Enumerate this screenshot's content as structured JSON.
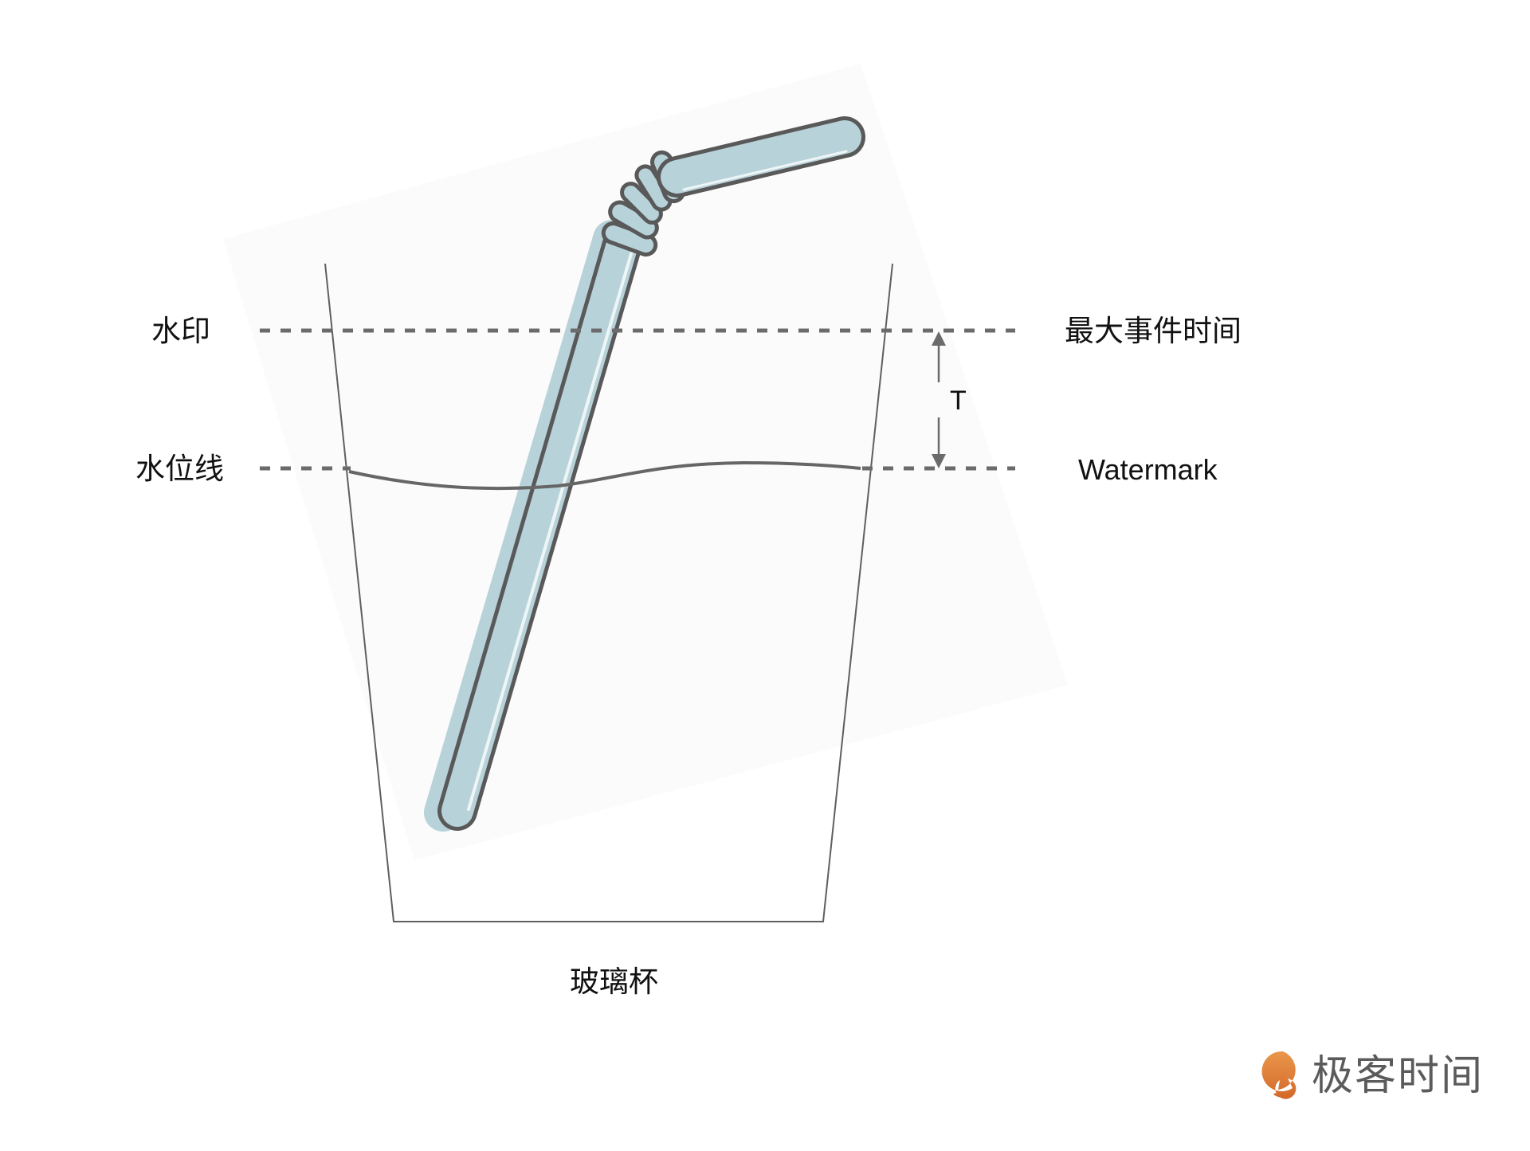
{
  "diagram": {
    "title": "",
    "labels_left": {
      "top": "水印",
      "bottom": "水位线"
    },
    "labels_right": {
      "top": "最大事件时间",
      "bottom": "Watermark"
    },
    "gap_label": "T",
    "cup_label": "玻璃杯",
    "elements": {
      "top_dashed_line": "max event time / watermark marker line",
      "bottom_dashed_line": "water level / watermark line",
      "straw": "bent drinking straw",
      "cup": "glass cup outline",
      "arrow": "double-headed vertical arrow"
    },
    "colors": {
      "line": "#6b6b6b",
      "straw_fill": "#b8d2d9",
      "straw_outline": "#595959",
      "text": "#111111",
      "logo_orange": "#e07a2f",
      "logo_text": "#5b5b5b"
    }
  },
  "branding": {
    "logo_text": "极客时间",
    "logo_icon": "geektime-logo-icon"
  }
}
